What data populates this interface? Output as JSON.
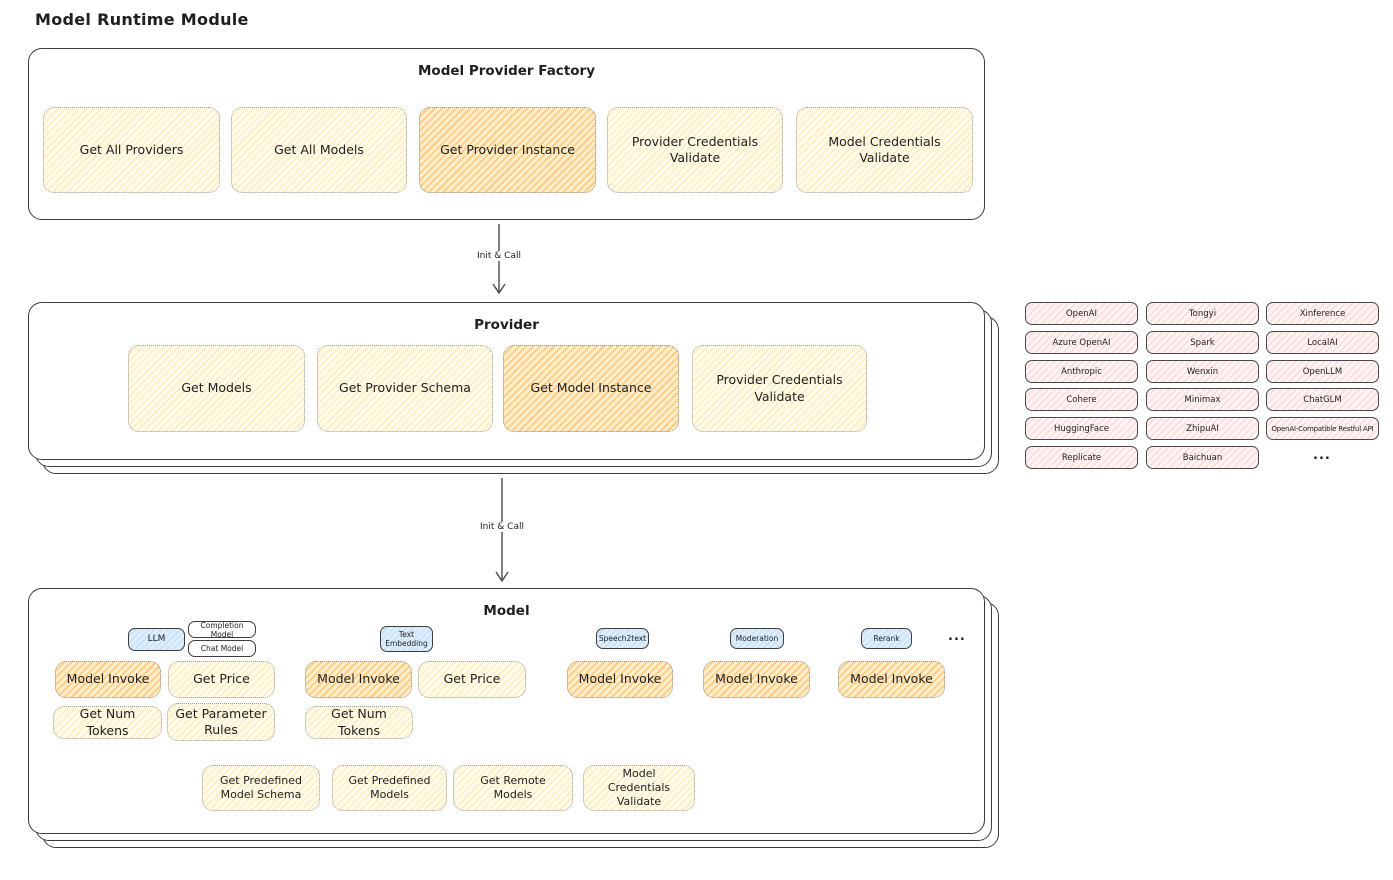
{
  "page_title": "Model Runtime Module",
  "colors": {
    "yellow_fill": "#FFFBEA",
    "yellow_hatch": "#FFD67D",
    "orange_highlight_fill": "#FFEECB",
    "orange_highlight_hatch": "#FFA838",
    "pink_fill": "#FFF4F4",
    "pink_hatch": "#FF9696",
    "blue_tag_fill": "#DCEDFB",
    "frame_border": "#3c3c3c"
  },
  "factory": {
    "title": "Model Provider Factory",
    "items": [
      {
        "label": "Get All Providers",
        "highlighted": false
      },
      {
        "label": "Get All Models",
        "highlighted": false
      },
      {
        "label": "Get Provider Instance",
        "highlighted": true
      },
      {
        "label": "Provider Credentials Validate",
        "highlighted": false
      },
      {
        "label": "Model Credentials Validate",
        "highlighted": false
      }
    ]
  },
  "arrows": {
    "init_call_1": "Init & Call",
    "init_call_2": "Init & Call"
  },
  "provider": {
    "title": "Provider",
    "items": [
      {
        "label": "Get Models",
        "highlighted": false
      },
      {
        "label": "Get Provider Schema",
        "highlighted": false
      },
      {
        "label": "Get Model Instance",
        "highlighted": true
      },
      {
        "label": "Provider Credentials Validate",
        "highlighted": false
      }
    ]
  },
  "providers_list": {
    "col1": [
      "OpenAI",
      "Azure OpenAI",
      "Anthropic",
      "Cohere",
      "HuggingFace",
      "Replicate"
    ],
    "col2": [
      "Tongyi",
      "Spark",
      "Wenxin",
      "Minimax",
      "ZhipuAI",
      "Baichuan"
    ],
    "col3": [
      "Xinference",
      "LocalAI",
      "OpenLLM",
      "ChatGLM",
      "OpenAI-Compatible Restful API"
    ],
    "ellipsis": "..."
  },
  "model": {
    "title": "Model",
    "tags": {
      "llm": "LLM",
      "completion_model": "Completion Model",
      "chat_model": "Chat Model",
      "text_embedding": "Text Embedding",
      "speech2text": "Speech2text",
      "moderation": "Moderation",
      "rerank": "Rerank",
      "ellipsis": "..."
    },
    "ops": {
      "model_invoke": "Model Invoke",
      "get_price": "Get Price",
      "get_num_tokens": "Get Num Tokens",
      "get_parameter_rules": "Get Parameter Rules"
    },
    "bottom": [
      {
        "label": "Get Predefined Model Schema"
      },
      {
        "label": "Get Predefined Models"
      },
      {
        "label": "Get Remote Models"
      },
      {
        "label": "Model Credentials Validate"
      }
    ]
  }
}
